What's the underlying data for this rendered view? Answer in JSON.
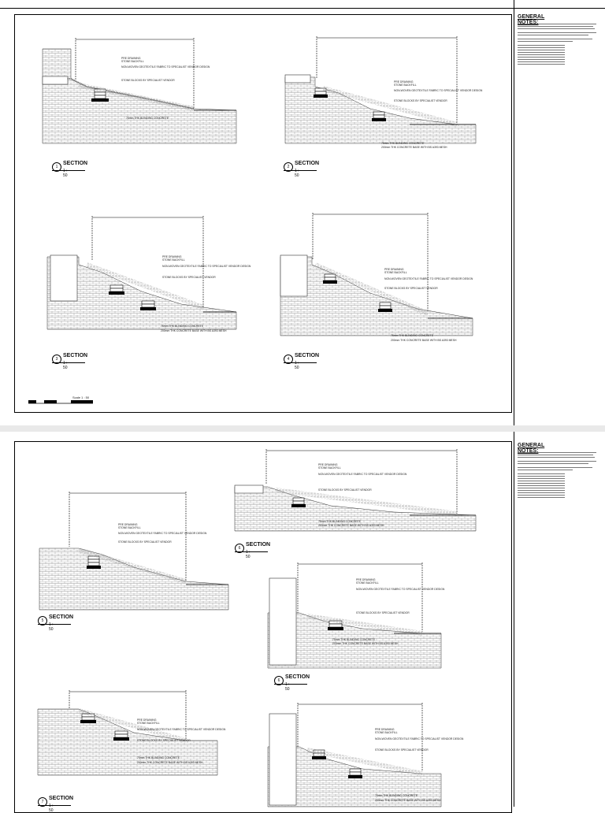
{
  "notes": {
    "title": "GENERAL NOTES:"
  },
  "sections": [
    {
      "num": "1",
      "title": "SECTION",
      "scale": "1 : 50"
    },
    {
      "num": "2",
      "title": "SECTION",
      "scale": "1 : 50"
    },
    {
      "num": "3",
      "title": "SECTION",
      "scale": "1 : 50"
    },
    {
      "num": "4",
      "title": "SECTION",
      "scale": "1 : 50"
    },
    {
      "num": "5",
      "title": "SECTION",
      "scale": "1 : 50"
    },
    {
      "num": "6",
      "title": "SECTION",
      "scale": "1 : 50"
    },
    {
      "num": "6",
      "title": "SECTION",
      "scale": "1 : 50"
    },
    {
      "num": "7",
      "title": "SECTION",
      "scale": "1 : 50"
    }
  ],
  "callouts": {
    "pre_drain": "PRE DRAINING",
    "stone_backfill": "STONE BACKFILL",
    "geotextile": "NON-WOVEN GEOTEXTILE FABRIC TO SPECIALIST VENDOR DESIGN",
    "stone_blocks": "STONE BLOCKS BY SPECIALIST VENDOR",
    "blinding": "75mm THK BLINDING CONCRETE",
    "base": "200mm THK CONCRETE BASE WITH BS A393 MESH"
  },
  "scale_bar": {
    "label": "Scale 1 : 50"
  }
}
